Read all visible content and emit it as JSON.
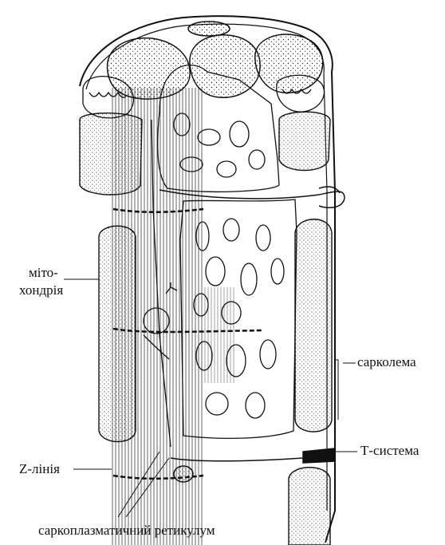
{
  "labels": {
    "mitochondria_line1": "міто-",
    "mitochondria_line2": "хондрія",
    "sarcolemma": "сарколема",
    "t_system": "Т-система",
    "z_line": "Z-лінія",
    "sarcoplasmic_reticulum": "саркоплазматичний ретикулум"
  }
}
